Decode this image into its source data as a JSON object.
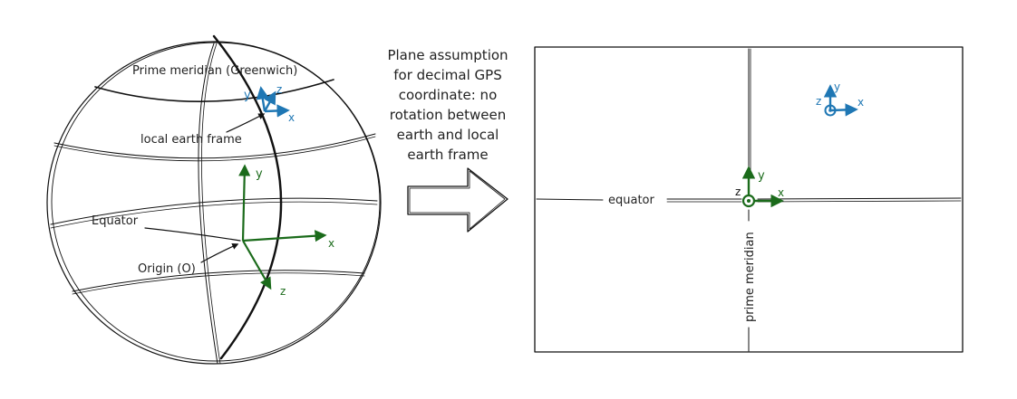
{
  "globe": {
    "prime_meridian_label": "Prime meridian (Greenwich)",
    "local_frame_label": "local earth frame",
    "equator_label": "Equator",
    "origin_label": "Origin (O)",
    "local_axes": {
      "x": "x",
      "y": "y",
      "z": "z"
    },
    "origin_axes": {
      "x": "x",
      "y": "y",
      "z": "z"
    }
  },
  "assumption_text": [
    "Plane assumption",
    "for decimal  GPS",
    "coordinate: no",
    "rotation between",
    "earth and local",
    "earth frame"
  ],
  "plane": {
    "equator_label": "equator",
    "prime_meridian_label": "prime meridian",
    "local_axes": {
      "x": "x",
      "y": "y",
      "z": "z"
    },
    "origin_axes": {
      "x": "x",
      "y": "y",
      "z": "z"
    }
  },
  "colors": {
    "local_frame": "#1f77b4",
    "origin_frame": "#1b6b1b",
    "ink": "#111111"
  }
}
